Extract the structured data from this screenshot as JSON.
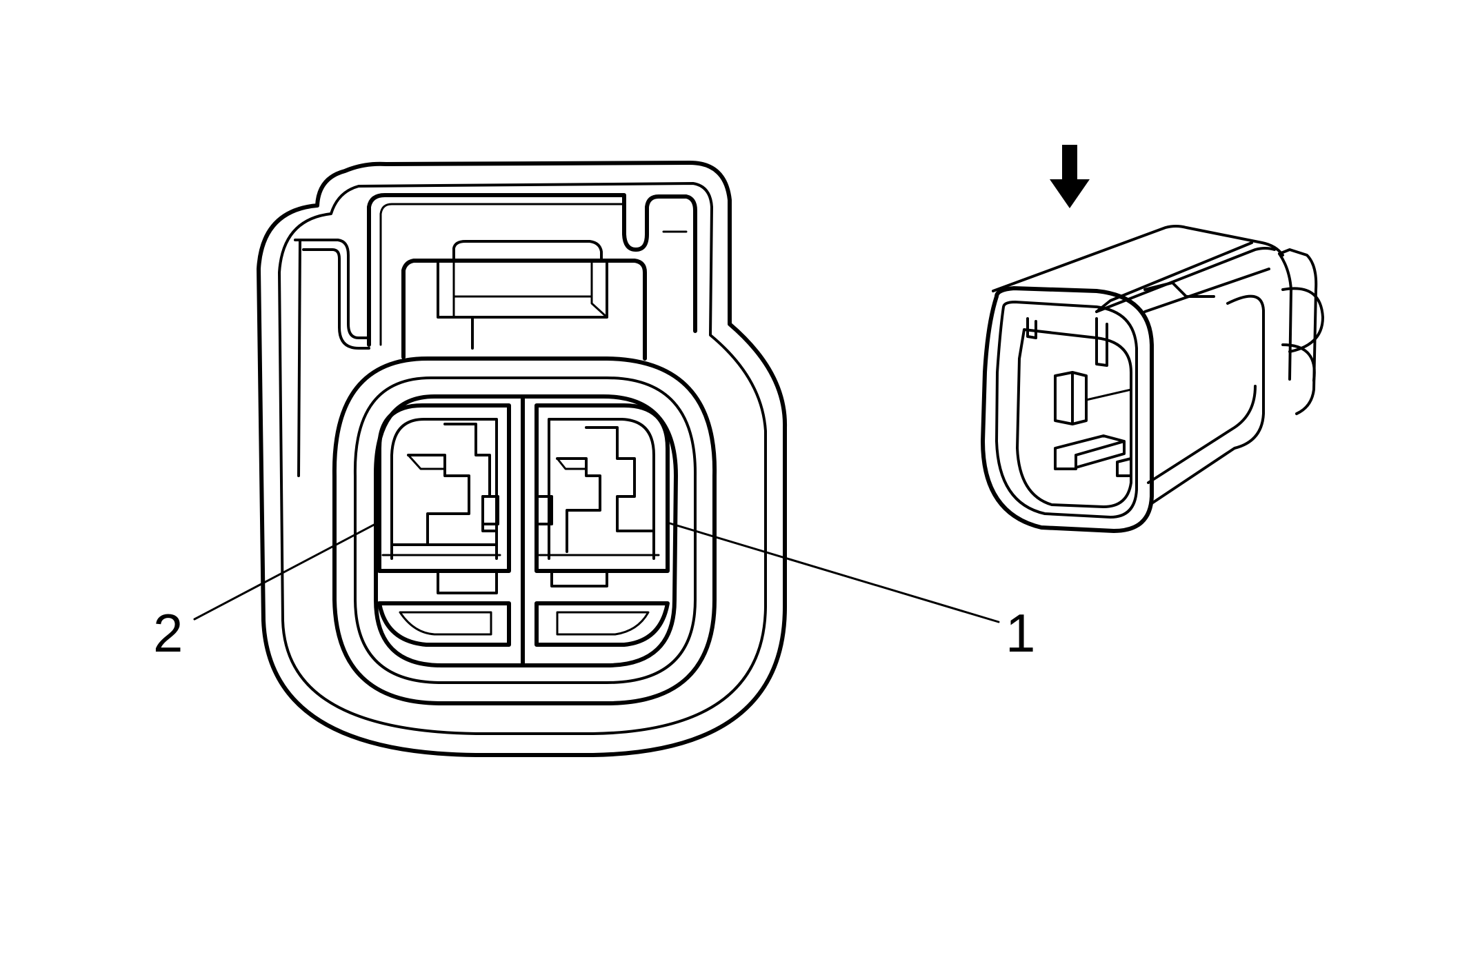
{
  "figure": {
    "background_color": "#ffffff",
    "line_color": "#000000",
    "views": [
      {
        "name": "connector-face-view"
      },
      {
        "name": "connector-isometric-view",
        "indicator": "down-arrow-icon"
      }
    ],
    "callouts": [
      {
        "id": "terminal-1",
        "label": "1"
      },
      {
        "id": "terminal-2",
        "label": "2"
      }
    ]
  }
}
